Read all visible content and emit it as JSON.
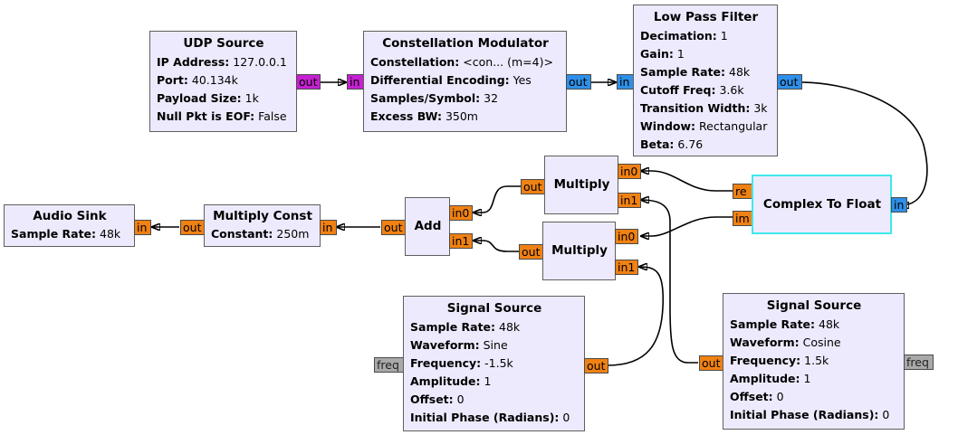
{
  "blocks": {
    "udp_source": {
      "title": "UDP Source",
      "params": [
        {
          "k": "IP Address:",
          "v": "127.0.0.1"
        },
        {
          "k": "Port:",
          "v": "40.134k"
        },
        {
          "k": "Payload Size:",
          "v": "1k"
        },
        {
          "k": "Null Pkt is EOF:",
          "v": "False"
        }
      ],
      "out": "out"
    },
    "constellation_modulator": {
      "title": "Constellation Modulator",
      "params": [
        {
          "k": "Constellation:",
          "v": "<con... (m=4)>"
        },
        {
          "k": "Differential Encoding:",
          "v": "Yes"
        },
        {
          "k": "Samples/Symbol:",
          "v": "32"
        },
        {
          "k": "Excess BW:",
          "v": "350m"
        }
      ],
      "in": "in",
      "out": "out"
    },
    "low_pass_filter": {
      "title": "Low Pass Filter",
      "params": [
        {
          "k": "Decimation:",
          "v": "1"
        },
        {
          "k": "Gain:",
          "v": "1"
        },
        {
          "k": "Sample Rate:",
          "v": "48k"
        },
        {
          "k": "Cutoff Freq:",
          "v": "3.6k"
        },
        {
          "k": "Transition Width:",
          "v": "3k"
        },
        {
          "k": "Window:",
          "v": "Rectangular"
        },
        {
          "k": "Beta:",
          "v": "6.76"
        }
      ],
      "in": "in",
      "out": "out"
    },
    "complex_to_float": {
      "title": "Complex To Float",
      "in": "in",
      "out_re": "re",
      "out_im": "im"
    },
    "multiply_top": {
      "title": "Multiply",
      "in0": "in0",
      "in1": "in1",
      "out": "out"
    },
    "multiply_bottom": {
      "title": "Multiply",
      "in0": "in0",
      "in1": "in1",
      "out": "out"
    },
    "add": {
      "title": "Add",
      "in0": "in0",
      "in1": "in1",
      "out": "out"
    },
    "multiply_const": {
      "title": "Multiply Const",
      "params": [
        {
          "k": "Constant:",
          "v": "250m"
        }
      ],
      "in": "in",
      "out": "out"
    },
    "audio_sink": {
      "title": "Audio Sink",
      "params": [
        {
          "k": "Sample Rate:",
          "v": "48k"
        }
      ],
      "in": "in"
    },
    "signal_source_sine": {
      "title": "Signal Source",
      "params": [
        {
          "k": "Sample Rate:",
          "v": "48k"
        },
        {
          "k": "Waveform:",
          "v": "Sine"
        },
        {
          "k": "Frequency:",
          "v": "-1.5k"
        },
        {
          "k": "Amplitude:",
          "v": "1"
        },
        {
          "k": "Offset:",
          "v": "0"
        },
        {
          "k": "Initial Phase (Radians):",
          "v": "0"
        }
      ],
      "freq": "freq",
      "out": "out"
    },
    "signal_source_cosine": {
      "title": "Signal Source",
      "params": [
        {
          "k": "Sample Rate:",
          "v": "48k"
        },
        {
          "k": "Waveform:",
          "v": "Cosine"
        },
        {
          "k": "Frequency:",
          "v": "1.5k"
        },
        {
          "k": "Amplitude:",
          "v": "1"
        },
        {
          "k": "Offset:",
          "v": "0"
        },
        {
          "k": "Initial Phase (Radians):",
          "v": "0"
        }
      ],
      "freq": "freq",
      "out": "out"
    }
  },
  "colors": {
    "block_bg": "#eeeafd",
    "float_port": "#f08113",
    "complex_port": "#2f8fe8",
    "byte_port": "#c520d2",
    "message_port": "#a9a9a9",
    "selected_border": "#3ee8ec"
  }
}
